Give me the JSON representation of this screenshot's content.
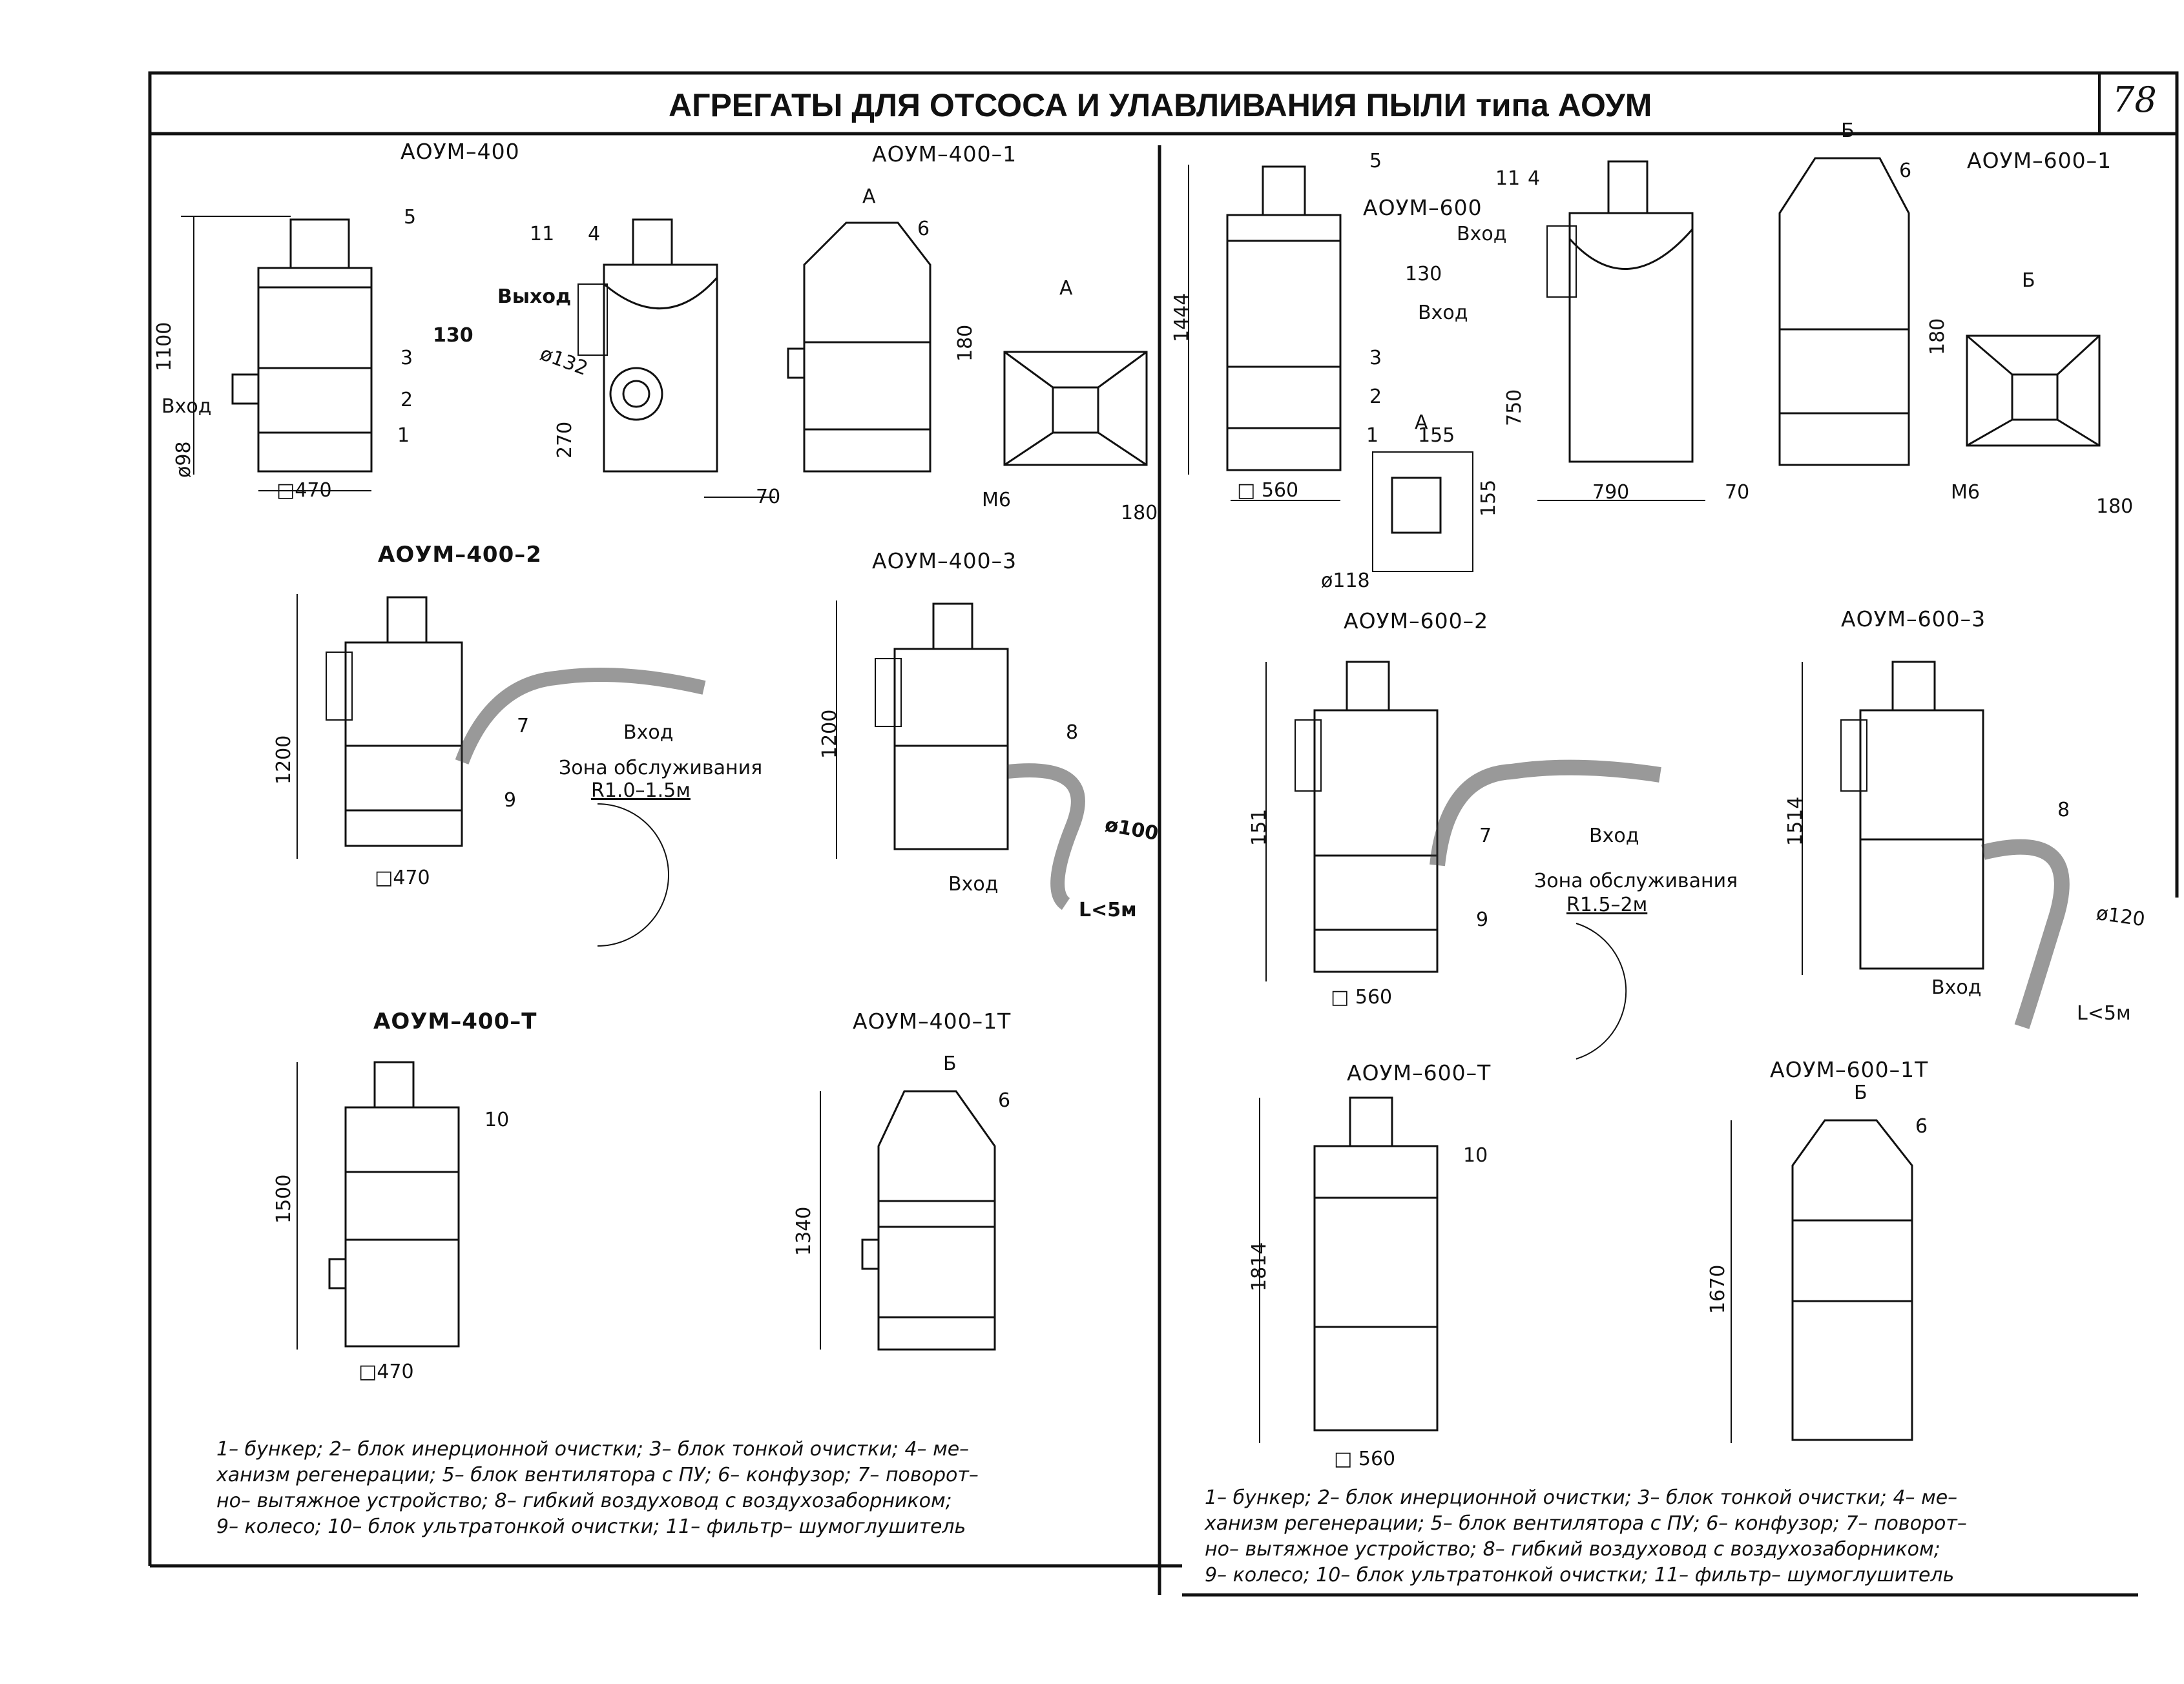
{
  "header": {
    "title": "АГРЕГАТЫ ДЛЯ ОТСОСА И УЛАВЛИВАНИЯ ПЫЛИ типа АОУМ",
    "page_number": "78"
  },
  "models": {
    "m400": "АОУМ–400",
    "m400_1": "АОУМ–400–1",
    "m400_2": "АОУМ–400–2",
    "m400_3": "АОУМ–400–3",
    "m400_t": "АОУМ–400–Т",
    "m400_1t": "АОУМ–400–1Т",
    "m600": "АОУМ–600",
    "m600_1": "АОУМ–600–1",
    "m600_2": "АОУМ–600–2",
    "m600_3": "АОУМ–600–3",
    "m600_t": "АОУМ–600–Т",
    "m600_1t": "АОУМ–600–1Т"
  },
  "dimensions": {
    "d1100": "1100",
    "d130": "130",
    "d98": "ø98",
    "d470": "□470",
    "d132": "ø132",
    "d270": "270",
    "d70": "70",
    "d180": "180",
    "m6": "М6",
    "d1444": "1444",
    "d560": "□ 560",
    "d155": "155",
    "d118": "ø118",
    "d750": "750",
    "d790": "790",
    "d1200": "1200",
    "d100": "ø100",
    "l5": "L<5м",
    "r1": "R1.0–1.5м",
    "r2": "R1.5–2м",
    "d151": "151",
    "d1514": "1514",
    "d120": "ø120",
    "d1500": "1500",
    "d1340": "1340",
    "d1814": "1814",
    "d1670": "1670",
    "d11": "11"
  },
  "labels": {
    "vhod": "Вход",
    "vyhod": "Выход",
    "a": "А",
    "b": "Б",
    "zone": "Зона обслуживания"
  },
  "callouts": [
    "1",
    "2",
    "3",
    "4",
    "5",
    "6",
    "7",
    "8",
    "9",
    "10",
    "11"
  ],
  "legend_lines": [
    "1– бункер; 2– блок инерционной очистки; 3– блок тонкой очистки; 4– ме–",
    "ханизм регенерации; 5– блок вентилятора с ПУ; 6– конфузор; 7– поворот–",
    "но– вытяжное устройство; 8– гибкий воздуховод с воздухозаборником;",
    "9– колесо; 10– блок ультратонкой очистки; 11– фильтр– шумоглушитель"
  ]
}
